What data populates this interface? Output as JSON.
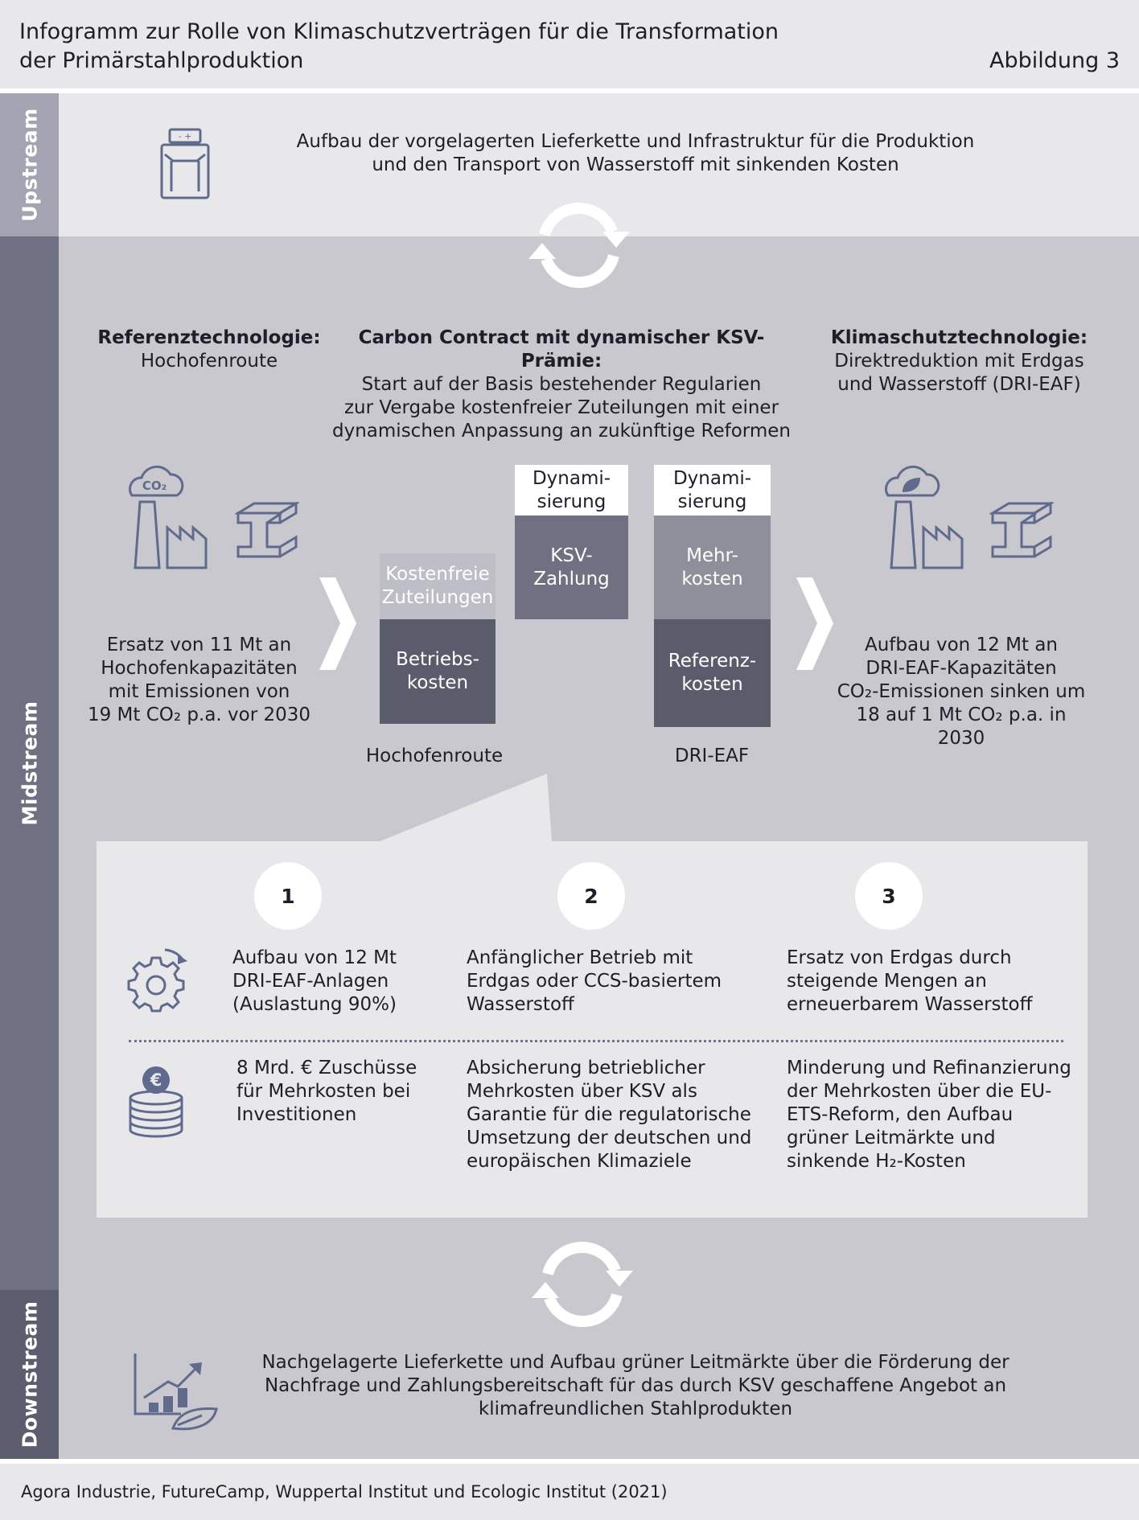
{
  "header": {
    "title_line1": "Infogramm zur Rolle von Klimaschutzverträgen für die Transformation",
    "title_line2": "der Primärstahlproduktion",
    "figure_label": "Abbildung 3"
  },
  "sections": {
    "upstream": "Upstream",
    "midstream": "Midstream",
    "downstream": "Downstream"
  },
  "upstream": {
    "line1": "Aufbau der vorgelagerten Lieferkette und Infrastruktur für die Produktion",
    "line2": "und den Transport von Wasserstoff mit sinkenden Kosten"
  },
  "reference": {
    "heading": "Referenztechnologie:",
    "subtitle": "Hochofenroute",
    "co2_label": "CO₂",
    "desc1": "Ersatz von 11 Mt an",
    "desc2": "Hochofenkapazitäten",
    "desc3": "mit Emissionen von",
    "desc4": "19 Mt CO₂ p.a. vor 2030"
  },
  "contract": {
    "heading": "Carbon Contract mit dynamischer KSV-Prämie:",
    "line1": "Start auf der Basis bestehender Regularien",
    "line2": "zur Vergabe kostenfreier Zuteilungen mit einer",
    "line3": "dynamischen Anpassung an zukünftige Reformen"
  },
  "climate": {
    "heading": "Klimaschutztechnologie:",
    "line1": "Direktreduktion mit Erdgas",
    "line2": "und Wasserstoff (DRI-EAF)",
    "desc1": "Aufbau von 12 Mt an",
    "desc2": "DRI-EAF-Kapazitäten",
    "desc3": "CO₂-Emissionen sinken um",
    "desc4": "18 auf 1 Mt CO₂ p.a. in 2030"
  },
  "bars": {
    "col1": {
      "top_line1": "Kostenfreie",
      "top_line2": "Zuteilungen",
      "bottom_line1": "Betriebs-",
      "bottom_line2": "kosten",
      "label": "Hochofenroute"
    },
    "col2": {
      "top_line1": "Dynami-",
      "top_line2": "sierung",
      "main_line1": "KSV-",
      "main_line2": "Zahlung"
    },
    "col3": {
      "top_line1": "Dynami-",
      "top_line2": "sierung",
      "mid_line1": "Mehr-",
      "mid_line2": "kosten",
      "bottom_line1": "Referenz-",
      "bottom_line2": "kosten",
      "label": "DRI-EAF"
    }
  },
  "steps": {
    "numbers": [
      "1",
      "2",
      "3"
    ],
    "row1": [
      [
        "Aufbau von 12 Mt",
        "DRI-EAF-Anlagen",
        "(Auslastung 90%)"
      ],
      [
        "Anfänglicher Betrieb mit",
        "Erdgas oder CCS-basiertem",
        "Wasserstoff"
      ],
      [
        "Ersatz von Erdgas durch",
        "steigende Mengen an",
        "erneuerbarem Wasserstoff"
      ]
    ],
    "row2": [
      [
        "8 Mrd. € Zuschüsse",
        "für Mehrkosten bei",
        "Investitionen"
      ],
      [
        "Absicherung betrieblicher",
        "Mehrkosten über KSV als",
        "Garantie für die regulatorische",
        "Umsetzung der deutschen und",
        "europäischen Klimaziele"
      ],
      [
        "Minderung und Refinanzierung",
        "der Mehrkosten über die EU-",
        "ETS-Reform, den Aufbau",
        "grüner Leitmärkte und",
        "sinkende H₂-Kosten"
      ]
    ]
  },
  "downstream": {
    "line1": "Nachgelagerte Lieferkette und Aufbau grüner Leitmärkte über die Förderung der",
    "line2": "Nachfrage und Zahlungsbereitschaft für das durch KSV geschaffene Angebot an",
    "line3": "klimafreundlichen Stahlprodukten"
  },
  "footer": {
    "source": "Agora Industrie, FutureCamp, Wuppertal Institut und Ecologic Institut (2021)"
  },
  "colors": {
    "upstream_side": "#a3a3b1",
    "midstream_side": "#6f7081",
    "downstream_side": "#5c5d6e",
    "light_bg": "#e8e8eb",
    "mid_bg": "#c8c8ce",
    "dark_bar": "#5a5b6b",
    "mid_bar": "#8f8f9c",
    "light_bar": "#bebec6",
    "icon_stroke": "#5f6a8c"
  }
}
